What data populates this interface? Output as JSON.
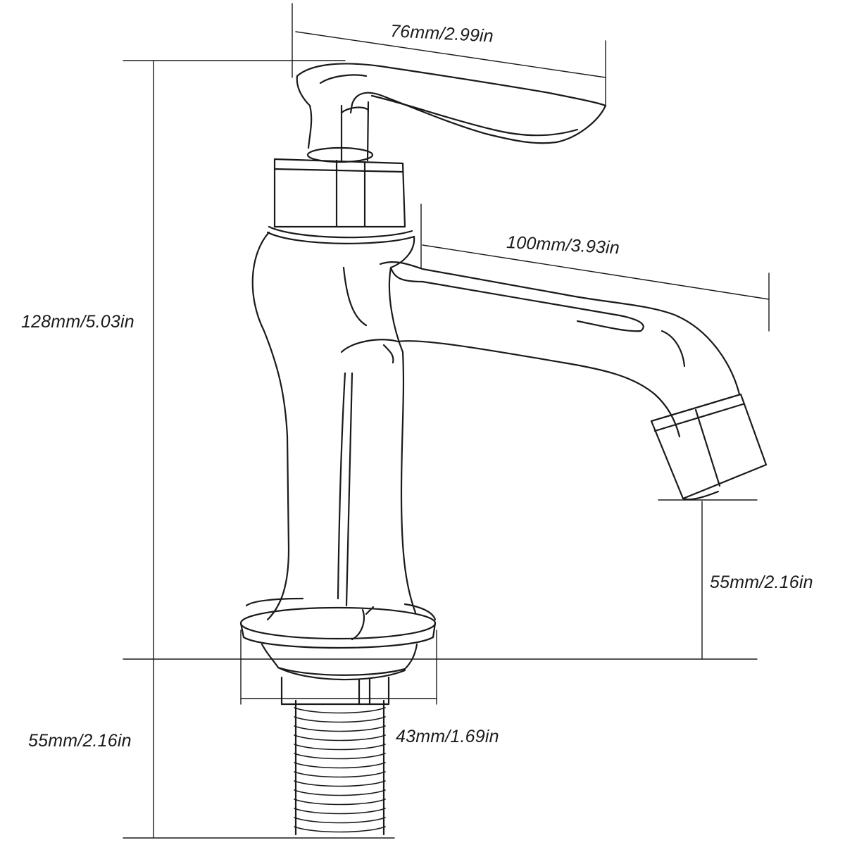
{
  "diagram": {
    "subject": "single-handle basin faucet dimension drawing",
    "stroke_color": "#1a1a1a",
    "background": "#ffffff"
  },
  "dimensions": {
    "handle_length": "76mm/2.99in",
    "spout_reach": "100mm/3.93in",
    "total_height": "128mm/5.03in",
    "spout_clearance": "55mm/2.16in",
    "thread_length": "55mm/2.16in",
    "base_diameter": "43mm/1.69in"
  }
}
